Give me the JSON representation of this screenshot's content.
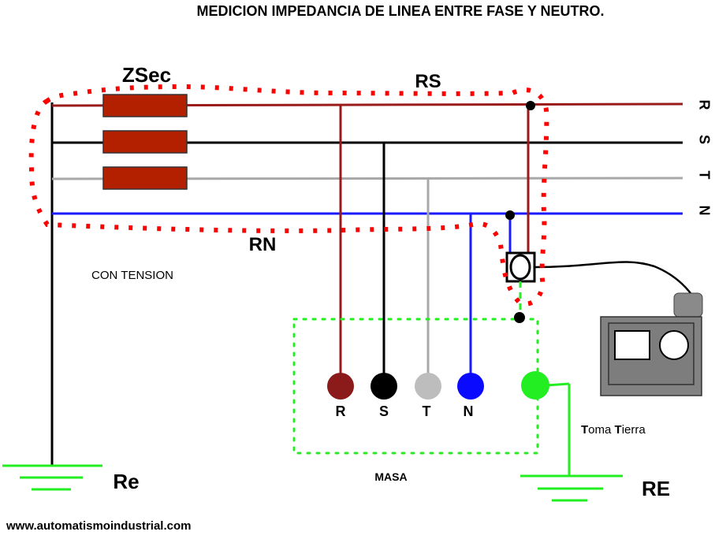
{
  "title": "MEDICION IMPEDANCIA DE LINEA ENTRE FASE Y NEUTRO.",
  "labels": {
    "zsec": "ZSec",
    "rs": "RS",
    "rn": "RN",
    "con_tension": "CON TENSION",
    "masa": "MASA",
    "re_left": "Re",
    "re_right": "RE",
    "toma_t": "T",
    "toma_oma": "oma ",
    "toma_t2": "T",
    "toma_ierra": "ierra",
    "website": "www.automatismoindustrial.com"
  },
  "lines": {
    "r": "R",
    "s": "S",
    "t": "T",
    "n": "N"
  },
  "terminals": {
    "r": "R",
    "s": "S",
    "t": "T",
    "n": "N"
  },
  "colors": {
    "phase_r": "#9b1b1b",
    "phase_s": "#000000",
    "phase_t": "#a8a8a8",
    "neutral": "#1a1aff",
    "earth": "#22ee22",
    "resistor": "#b32000",
    "loop": "#ff0000",
    "instrument": "#808080"
  }
}
